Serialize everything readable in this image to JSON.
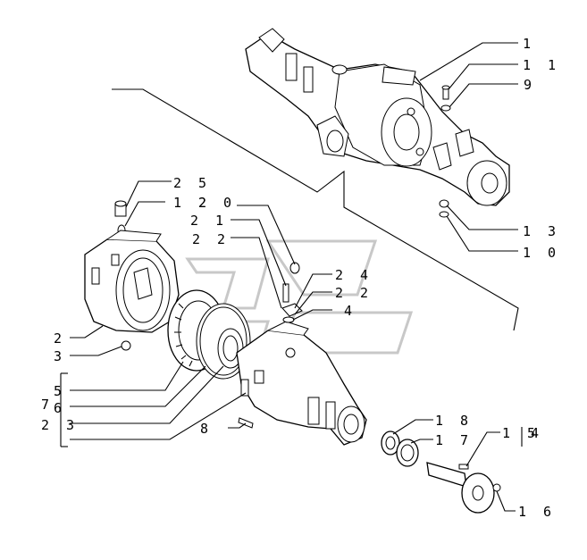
{
  "labels": {
    "l1": "1",
    "l11": "1 1",
    "l9": "9",
    "l13": "1 3",
    "l10": "1 0",
    "l25": "2 5",
    "l12": "1 2",
    "l20": "2 0",
    "l21": "2 1",
    "l22a": "2 2",
    "l24": "2 4",
    "l22b": "2 2",
    "l4": "4",
    "l2": "2",
    "l3": "3",
    "l5": "5",
    "l7": "7",
    "l6": "6",
    "l23": "2 3",
    "l8": "8",
    "l18": "1 8",
    "l17": "1 7",
    "l15": "1 5",
    "l14": "4",
    "l16": "1 6"
  }
}
